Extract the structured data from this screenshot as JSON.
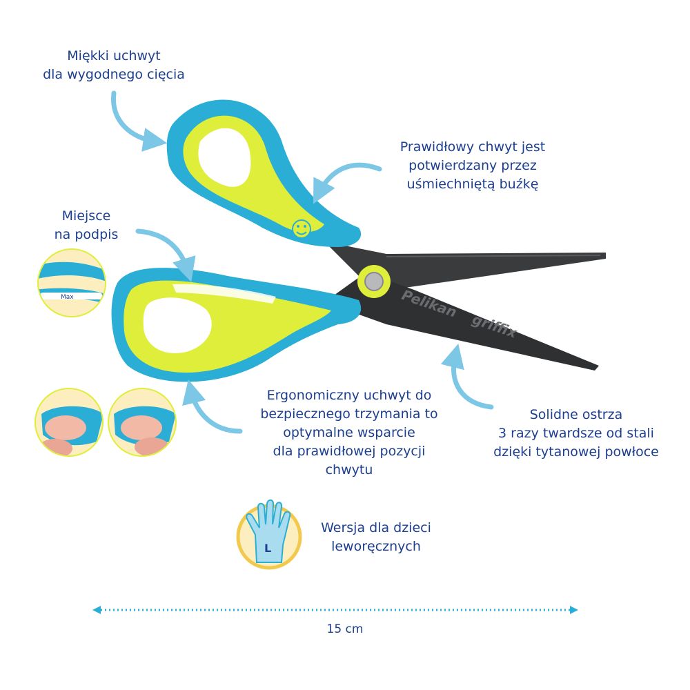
{
  "callouts": {
    "soft_grip": [
      "Miękki uchwyt",
      "dla wygodnego cięcia"
    ],
    "smiley": [
      "Prawidłowy chwyt jest",
      "potwierdzany przez",
      "uśmiechniętą buźkę"
    ],
    "name_spot": [
      "Miejsce",
      "na podpis"
    ],
    "ergonomic": [
      "Ergonomiczny uchwyt do",
      "bezpiecznego trzymania to",
      "optymalne wsparcie",
      "dla prawidłowej pozycji",
      "chwytu"
    ],
    "blades": [
      "Solidne ostrza",
      "3 razy twardsze od stali",
      "dzięki tytanowej powłoce"
    ],
    "lefthand": [
      "Wersja dla dzieci",
      "leworęcznych"
    ]
  },
  "product": {
    "brand": "Pelikan",
    "model": "griffix",
    "name_tag": "Max",
    "hand_letter": "L"
  },
  "dimension": {
    "length": "15 cm"
  },
  "colors": {
    "text": "#1d3f8f",
    "arrow": "#7cc6e6",
    "handle_blue": "#2aaed6",
    "handle_lime": "#dfee3a",
    "blade": "#3a3b3d",
    "circle_bg": "#fdeec0"
  },
  "icons": [
    "curved-arrow-icon",
    "left-hand-icon",
    "smiley-icon",
    "pivot-screw-icon",
    "double-arrow-icon"
  ]
}
